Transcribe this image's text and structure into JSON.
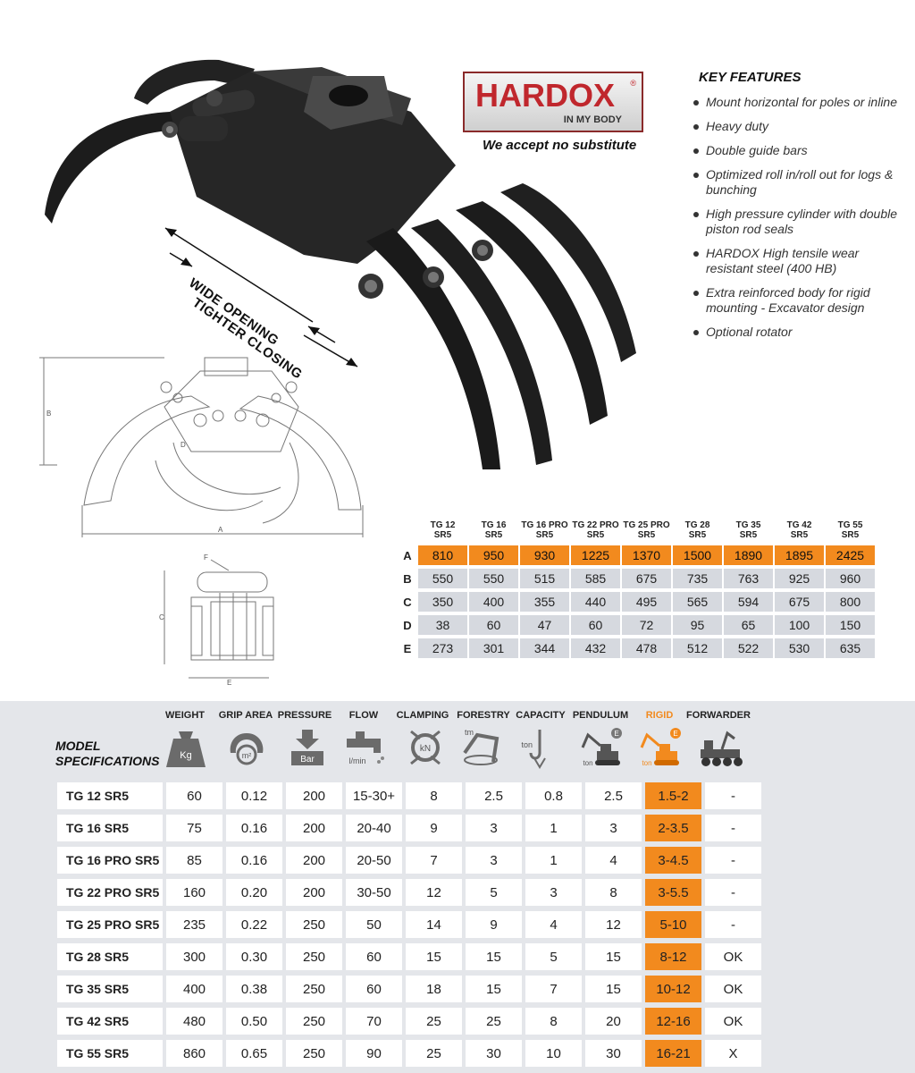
{
  "arrows": {
    "line1": "WIDE OPENING",
    "line2": "TIGHTER CLOSING"
  },
  "logo": {
    "word": "HARDOX",
    "reg": "®",
    "sub": "IN MY BODY",
    "tagline": "We accept no substitute"
  },
  "features": {
    "title": "KEY FEATURES",
    "items": [
      "Mount horizontal for poles or inline",
      "Heavy duty",
      "Double guide bars",
      "Optimized roll in/roll out for logs & bunching",
      "High pressure cylinder with double piston rod seals",
      "HARDOX High tensile wear resistant steel (400 HB)",
      "Extra reinforced body for rigid mounting - Excavator design",
      "Optional rotator"
    ]
  },
  "drawing_labels": {
    "A": "A",
    "B": "B",
    "C": "C",
    "D": "D",
    "E": "E",
    "F": "F"
  },
  "dimensions": {
    "headers": [
      [
        "TG 12",
        "SR5"
      ],
      [
        "TG 16",
        "SR5"
      ],
      [
        "TG 16 PRO",
        "SR5"
      ],
      [
        "TG 22 PRO",
        "SR5"
      ],
      [
        "TG 25 PRO",
        "SR5"
      ],
      [
        "TG 28",
        "SR5"
      ],
      [
        "TG 35",
        "SR5"
      ],
      [
        "TG 42",
        "SR5"
      ],
      [
        "TG 55",
        "SR5"
      ]
    ],
    "rows": [
      {
        "label": "A",
        "values": [
          "810",
          "950",
          "930",
          "1225",
          "1370",
          "1500",
          "1890",
          "1895",
          "2425"
        ]
      },
      {
        "label": "B",
        "values": [
          "550",
          "550",
          "515",
          "585",
          "675",
          "735",
          "763",
          "925",
          "960"
        ]
      },
      {
        "label": "C",
        "values": [
          "350",
          "400",
          "355",
          "440",
          "495",
          "565",
          "594",
          "675",
          "800"
        ]
      },
      {
        "label": "D",
        "values": [
          "38",
          "60",
          "47",
          "60",
          "72",
          "95",
          "65",
          "100",
          "150"
        ]
      },
      {
        "label": "E",
        "values": [
          "273",
          "301",
          "344",
          "432",
          "478",
          "512",
          "522",
          "530",
          "635"
        ]
      }
    ]
  },
  "specs": {
    "title_line1": "MODEL",
    "title_line2": "SPECIFICATIONS",
    "columns": [
      "WEIGHT",
      "GRIP AREA",
      "PRESSURE",
      "FLOW",
      "CLAMPING",
      "FORESTRY",
      "CAPACITY",
      "PENDULUM",
      "RIGID",
      "FORWARDER"
    ],
    "icon_texts": {
      "weight": "Kg",
      "grip": "m²",
      "pressure": "Bar",
      "flow": "l/min",
      "clamping": "kN",
      "forestry": "tm",
      "capacity": "ton",
      "pendulum_unit": "ton",
      "pendulum_badge": "E",
      "rigid_unit": "ton",
      "rigid_badge": "E"
    },
    "rows": [
      {
        "model": "TG 12 SR5",
        "values": [
          "60",
          "0.12",
          "200",
          "15-30+",
          "8",
          "2.5",
          "0.8",
          "2.5",
          "1.5-2",
          "-"
        ]
      },
      {
        "model": "TG 16 SR5",
        "values": [
          "75",
          "0.16",
          "200",
          "20-40",
          "9",
          "3",
          "1",
          "3",
          "2-3.5",
          "-"
        ]
      },
      {
        "model": "TG 16 PRO SR5",
        "values": [
          "85",
          "0.16",
          "200",
          "20-50",
          "7",
          "3",
          "1",
          "4",
          "3-4.5",
          "-"
        ]
      },
      {
        "model": "TG 22 PRO SR5",
        "values": [
          "160",
          "0.20",
          "200",
          "30-50",
          "12",
          "5",
          "3",
          "8",
          "3-5.5",
          "-"
        ]
      },
      {
        "model": "TG 25 PRO SR5",
        "values": [
          "235",
          "0.22",
          "250",
          "50",
          "14",
          "9",
          "4",
          "12",
          "5-10",
          "-"
        ]
      },
      {
        "model": "TG 28 SR5",
        "values": [
          "300",
          "0.30",
          "250",
          "60",
          "15",
          "15",
          "5",
          "15",
          "8-12",
          "OK"
        ]
      },
      {
        "model": "TG 35 SR5",
        "values": [
          "400",
          "0.38",
          "250",
          "60",
          "18",
          "15",
          "7",
          "15",
          "10-12",
          "OK"
        ]
      },
      {
        "model": "TG 42 SR5",
        "values": [
          "480",
          "0.50",
          "250",
          "70",
          "25",
          "25",
          "8",
          "20",
          "12-16",
          "OK"
        ]
      },
      {
        "model": "TG 55 SR5",
        "values": [
          "860",
          "0.65",
          "250",
          "90",
          "25",
          "30",
          "10",
          "30",
          "16-21",
          "X"
        ]
      }
    ]
  },
  "colors": {
    "accent_orange": "#f28a1e",
    "hardox_red": "#c0272d",
    "cell_grey": "#d6d9df",
    "panel_bg": "#e4e6ea"
  }
}
